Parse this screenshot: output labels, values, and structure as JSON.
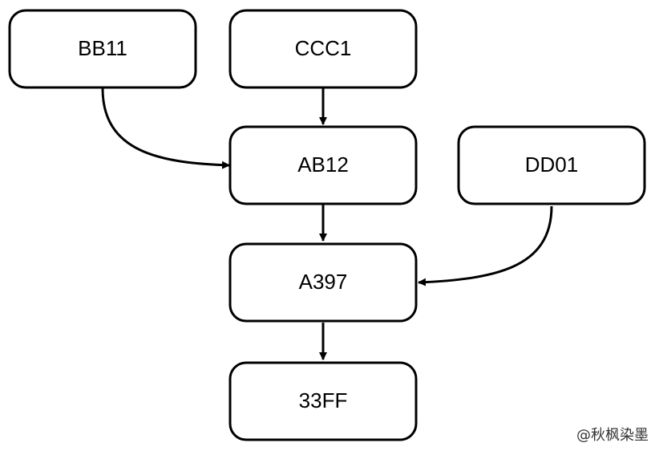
{
  "nodes": [
    {
      "id": "BB11",
      "label": "BB11"
    },
    {
      "id": "CCC1",
      "label": "CCC1"
    },
    {
      "id": "AB12",
      "label": "AB12"
    },
    {
      "id": "DD01",
      "label": "DD01"
    },
    {
      "id": "A397",
      "label": "A397"
    },
    {
      "id": "33FF",
      "label": "33FF"
    }
  ],
  "edges": [
    {
      "from": "CCC1",
      "to": "AB12"
    },
    {
      "from": "BB11",
      "to": "AB12"
    },
    {
      "from": "AB12",
      "to": "A397"
    },
    {
      "from": "DD01",
      "to": "A397"
    },
    {
      "from": "A397",
      "to": "33FF"
    }
  ],
  "watermark": {
    "text": "@秋枫染墨"
  },
  "colors": {
    "stroke": "#000000",
    "fill": "#ffffff"
  }
}
